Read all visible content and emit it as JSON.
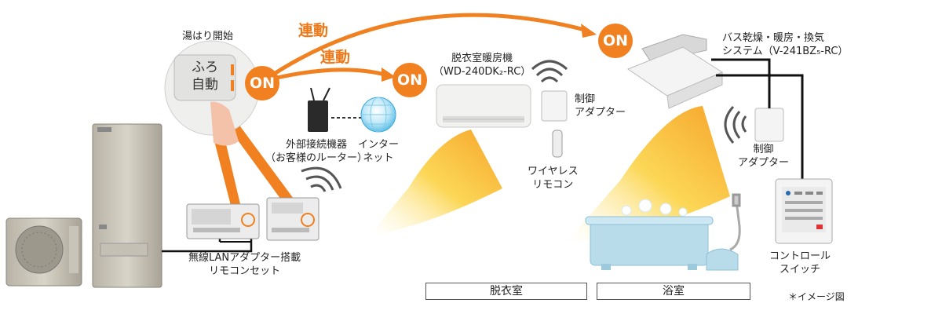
{
  "labels": {
    "bath_start": "湯はり開始",
    "button_line1": "ふろ",
    "button_line2": "自動",
    "router": "外部接続機器\n（お客様のルーター）",
    "internet": "インター\nネット",
    "remote_set": "無線LANアダプター搭載\nリモコンセット",
    "heater": "脱衣室暖房機\n（WD-240DK₂-RC）",
    "adapter1": "制御\nアダプター",
    "wireless_remote": "ワイヤレス\nリモコン",
    "bath_system": "バス乾燥・暖房・換気\nシステム（V-241BZ₅-RC）",
    "adapter2": "制御\nアダプター",
    "control_switch": "コントロール\nスイッチ",
    "room_dressing": "脱衣室",
    "room_bath": "浴室",
    "note": "＊イメージ図"
  },
  "badges": {
    "on1": "ON",
    "on2": "ON",
    "on3": "ON"
  },
  "links": {
    "rendo1": "連動",
    "rendo2": "連動"
  },
  "colors": {
    "accent": "#f08020",
    "wire": "#111111"
  }
}
